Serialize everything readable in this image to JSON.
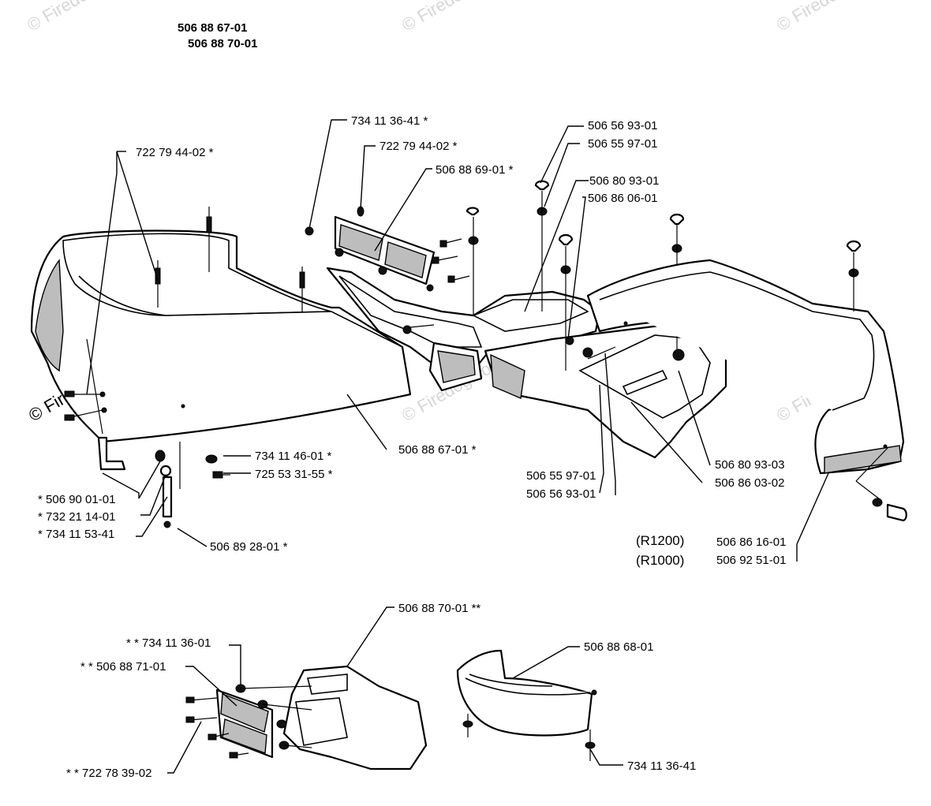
{
  "header": {
    "line1": "506 88 67-01",
    "line2": "506 88 70-01"
  },
  "watermark": {
    "text": "© Firedog.com"
  },
  "labels": {
    "p_734113641_top": "734 11 36-41  *",
    "p_722794402_left": "722 79 44-02  *",
    "p_722794402_mid": "722 79 44-02  *",
    "p_506886901": "506 88 69-01  *",
    "p_506569301_top": "506 56 93-01",
    "p_506559701_top": "506 55 97-01",
    "p_506809301": "506 80 93-01",
    "p_506860601": "506 86 06-01",
    "p_734114601": "734 11 46-01  *",
    "p_725533155": "725 53 31-55  *",
    "p_506886701": "506 88 67-01  *",
    "p_506900101": "*  506 90 01-01",
    "p_732211401": "*  732 21 14-01",
    "p_734115341": "*  734 11 53-41",
    "p_506892801": "506 89 28-01  *",
    "p_506559701_low": "506 55 97-01",
    "p_506569301_low": "506 56 93-01",
    "p_506809303": "506 80 93-03",
    "p_506860302": "506 86 03-02",
    "p_r1200": "(R1200)",
    "p_r1000": "(R1000)",
    "p_506861601": "506 86 16-01",
    "p_506925101": "506 92 51-01",
    "p_506887001": "506 88 70-01  **",
    "p_734113601": "* *  734 11 36-01",
    "p_506887101": "* *  506 88 71-01",
    "p_722783902": "* *  722 78 39-02",
    "p_506886801": "506 88 68-01",
    "p_734113641_low": "734 11 36-41"
  }
}
